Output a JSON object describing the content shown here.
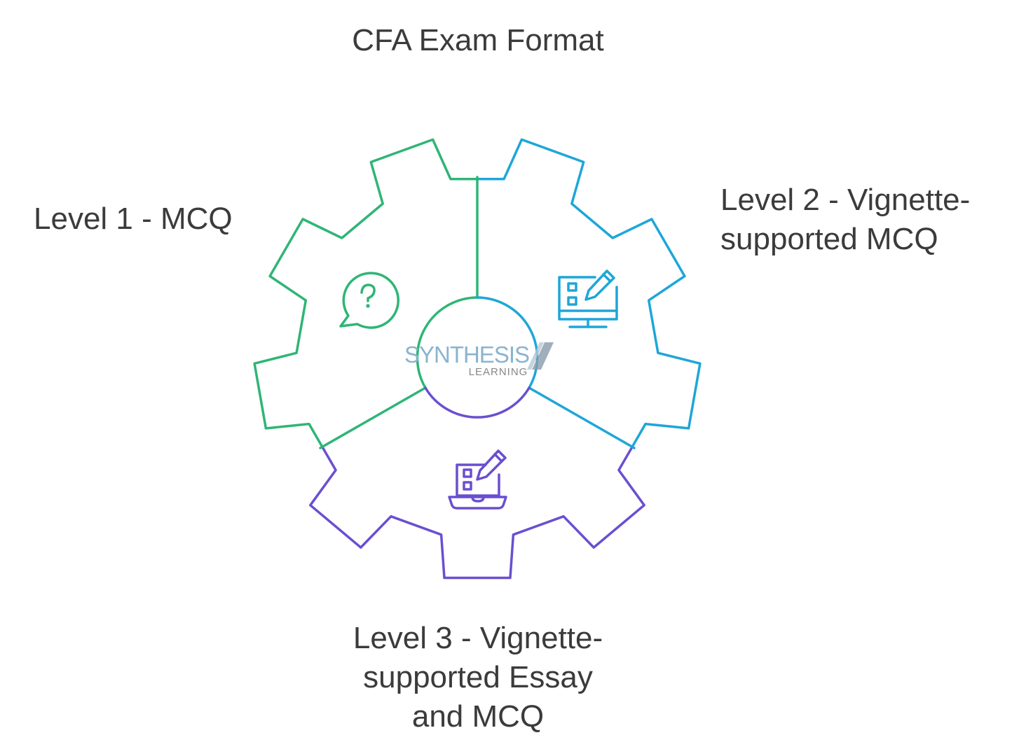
{
  "title": "CFA Exam Format",
  "segments": [
    {
      "lines": [
        "Level 1 - MCQ"
      ],
      "color": "#2fb576",
      "icon": "question-chat-bubble-icon"
    },
    {
      "lines": [
        "Level 2 - Vignette-",
        "supported MCQ"
      ],
      "color": "#1ea6d8",
      "icon": "computer-checklist-pen-icon"
    },
    {
      "lines": [
        "Level 3 - Vignette-",
        "supported Essay",
        "and MCQ"
      ],
      "color": "#6a4fd0",
      "icon": "laptop-checklist-pen-icon"
    }
  ],
  "logo": {
    "primary": "SYNTHESIS",
    "secondary": "LEARNING",
    "primary_color": "#8ab4cf",
    "secondary_color": "#888888"
  }
}
